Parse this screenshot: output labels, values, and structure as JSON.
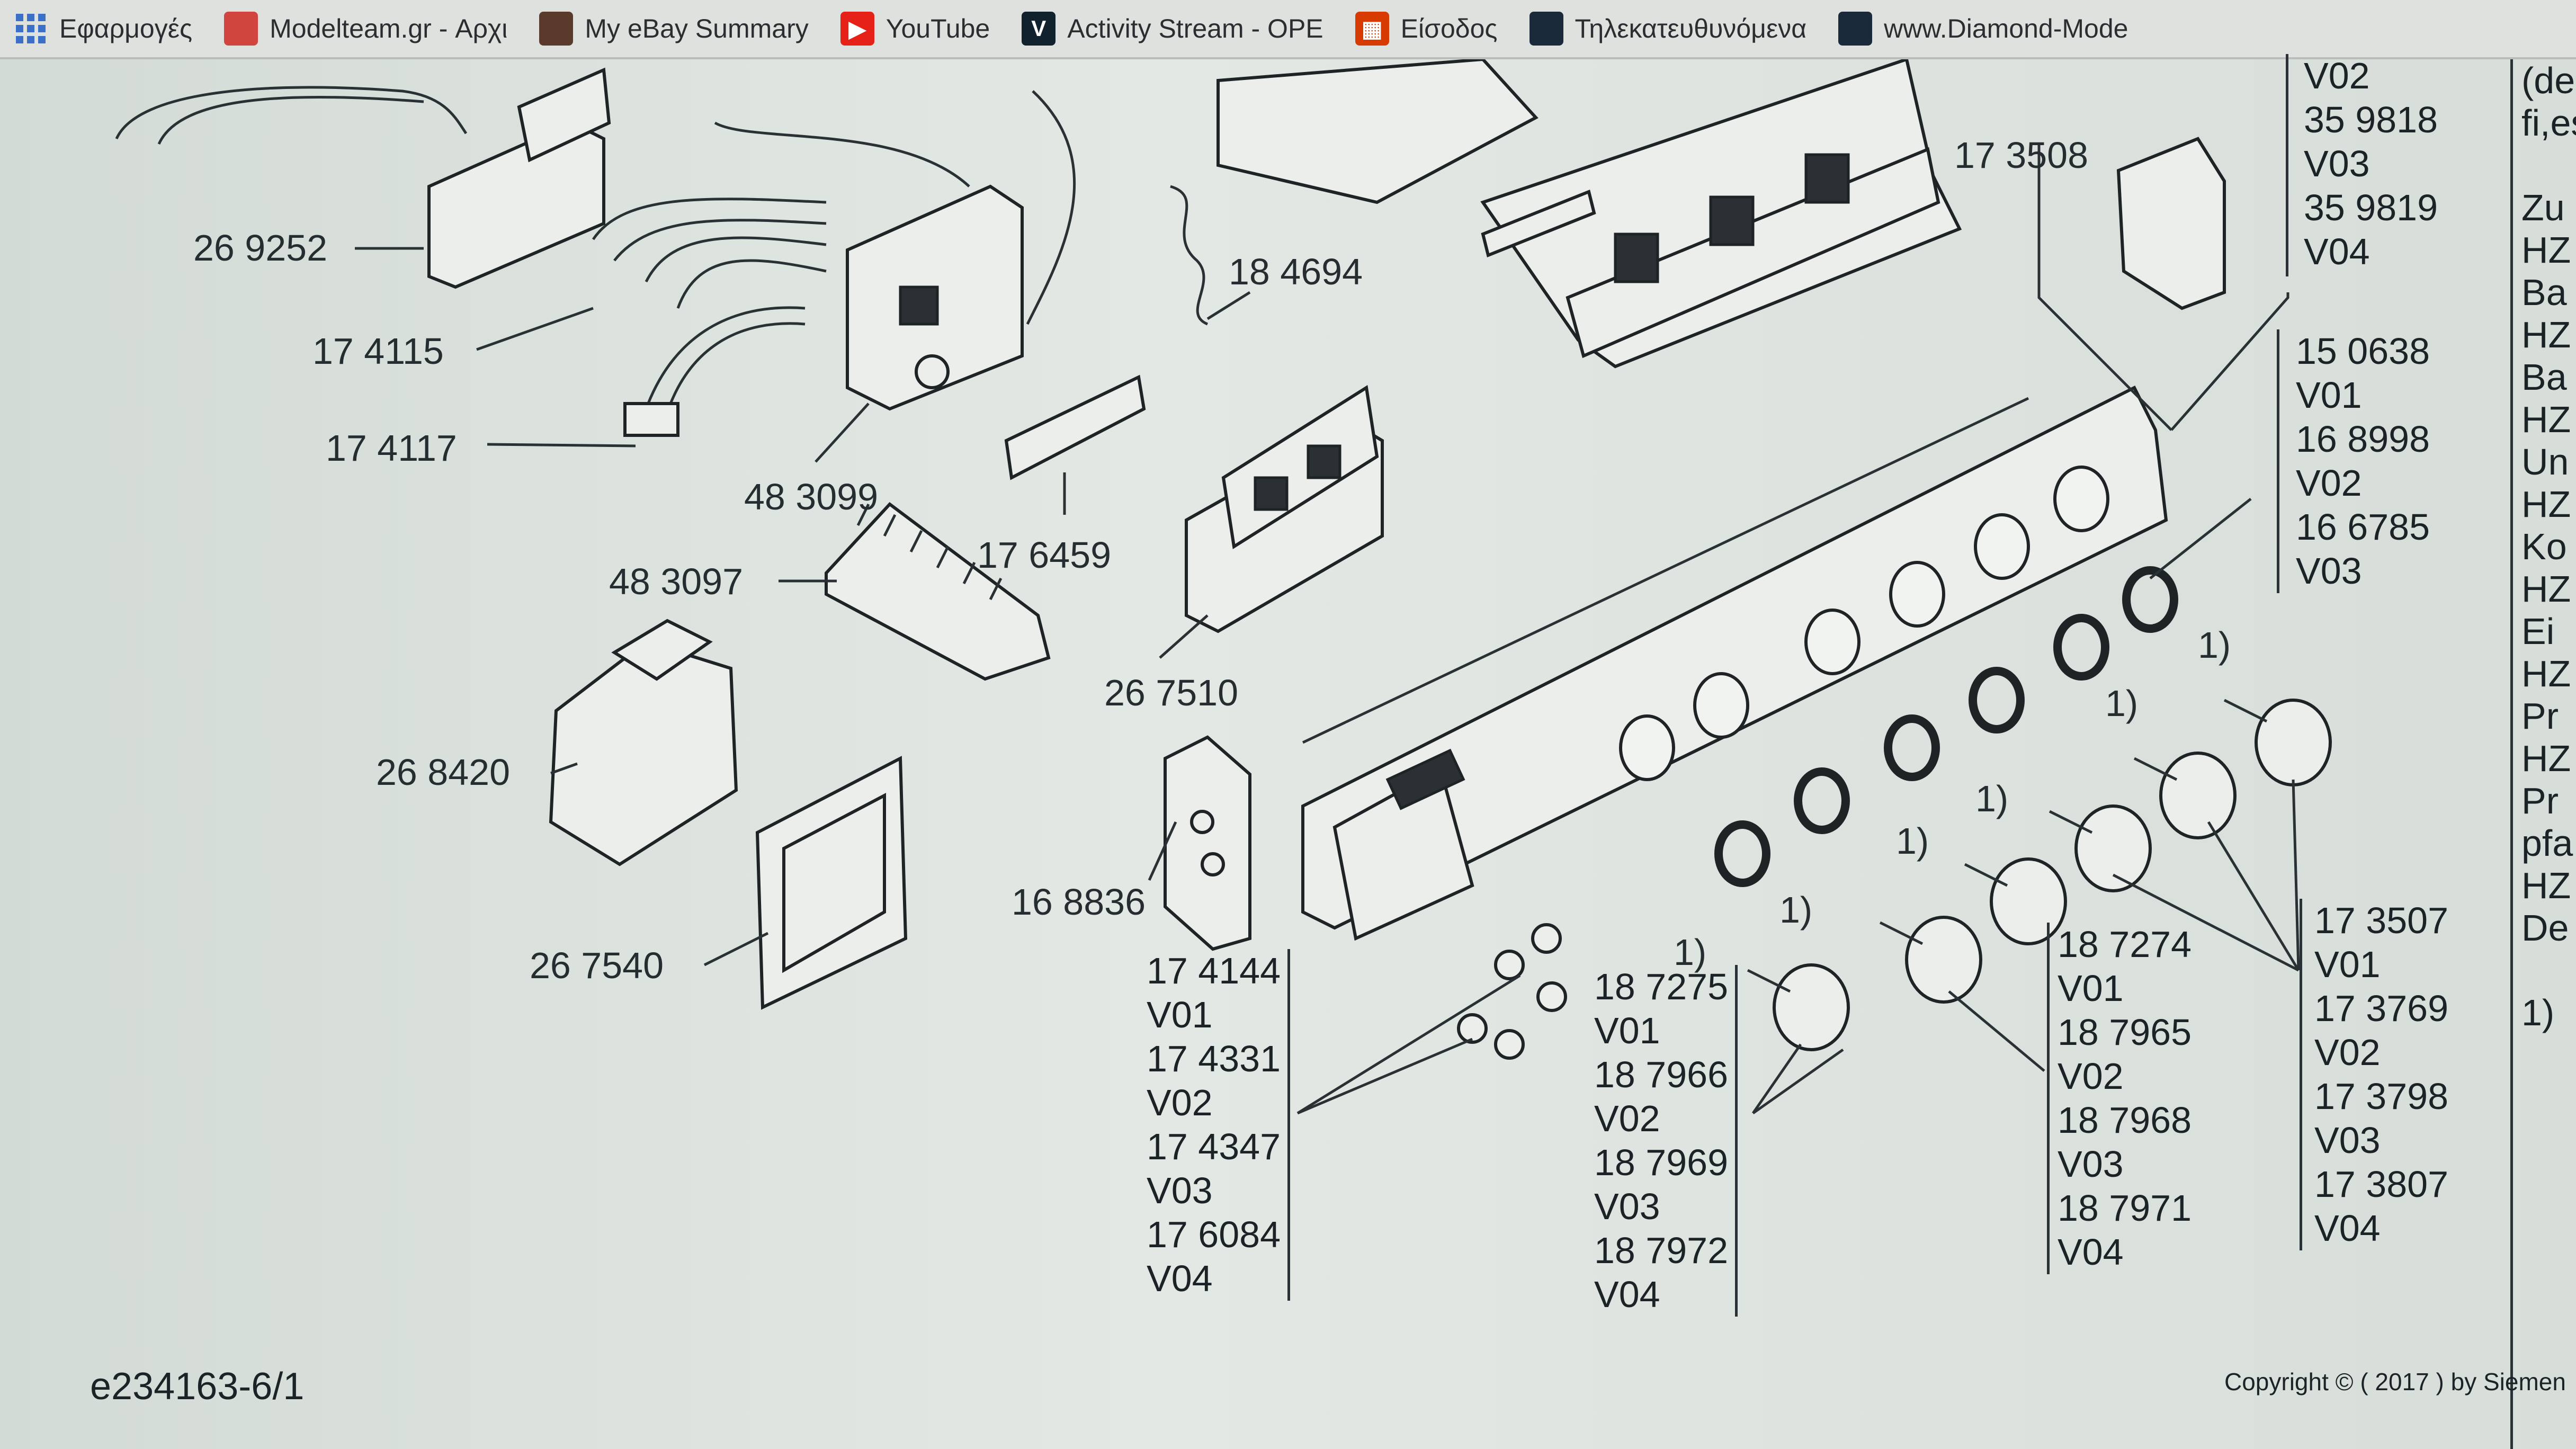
{
  "bookmarks": [
    {
      "label": "Εφαρμογές",
      "icon": "apps-grid-icon",
      "color": "#3b70c9"
    },
    {
      "label": "Modelteam.gr - Αρχι",
      "icon": "modelteam-icon",
      "color": "#d0463f"
    },
    {
      "label": "My eBay Summary",
      "icon": "ebay-bag-icon",
      "color": "#5a3a2a"
    },
    {
      "label": "YouTube",
      "icon": "youtube-icon",
      "color": "#e62117"
    },
    {
      "label": "Activity Stream - OPE",
      "icon": "activity-stream-icon",
      "color": "#12212e"
    },
    {
      "label": "Είσοδος",
      "icon": "windows-flag-icon",
      "color": "#d83b01"
    },
    {
      "label": "Τηλεκατευθυνόμενα",
      "icon": "dark-square-icon",
      "color": "#1b2a3a"
    },
    {
      "label": "www.Diamond-Mode",
      "icon": "diamond-mode-icon",
      "color": "#1b2a3a"
    }
  ],
  "labels": {
    "p269252": "26 9252",
    "p174115": "17 4115",
    "p174117": "17 4117",
    "p483099": "48 3099",
    "p184694": "18 4694",
    "p176459": "17 6459",
    "p483097": "48 3097",
    "p268420": "26 8420",
    "p267510": "26 7510",
    "p267540": "26 7540",
    "p168836": "16 8836",
    "p173508": "17 3508",
    "footnote": "1)"
  },
  "columns": {
    "top_right": [
      "V02",
      "35 9818",
      "V03",
      "35 9819",
      "V04"
    ],
    "mid_right": [
      "15 0638",
      "V01",
      "16 8998",
      "V02",
      "16 6785",
      "V03"
    ],
    "col_174144": [
      "17 4144",
      "V01",
      "17 4331",
      "V02",
      "17 4347",
      "V03",
      "17 6084",
      "V04"
    ],
    "col_187275": [
      "18 7275",
      "V01",
      "18 7966",
      "V02",
      "18 7969",
      "V03",
      "18 7972",
      "V04"
    ],
    "col_187274": [
      "18 7274",
      "V01",
      "18 7965",
      "V02",
      "18 7968",
      "V03",
      "18 7971",
      "V04"
    ],
    "col_173507": [
      "17 3507",
      "V01",
      "17 3769",
      "V02",
      "17 3798",
      "V03",
      "17 3807",
      "V04"
    ]
  },
  "right_edge": [
    "(de",
    "fi,es",
    "",
    "Zu",
    "HZ",
    "Ba",
    "HZ",
    "Ba",
    "HZ",
    "Un",
    "HZ",
    "Ko",
    "HZ",
    "Ei",
    "HZ",
    "Pr",
    "HZ",
    "Pr",
    "pfa",
    "HZ",
    "De",
    "",
    "1)"
  ],
  "footer": {
    "ref": "e234163-6/1",
    "copyright": "Copyright © ( 2017 ) by Siemen"
  }
}
